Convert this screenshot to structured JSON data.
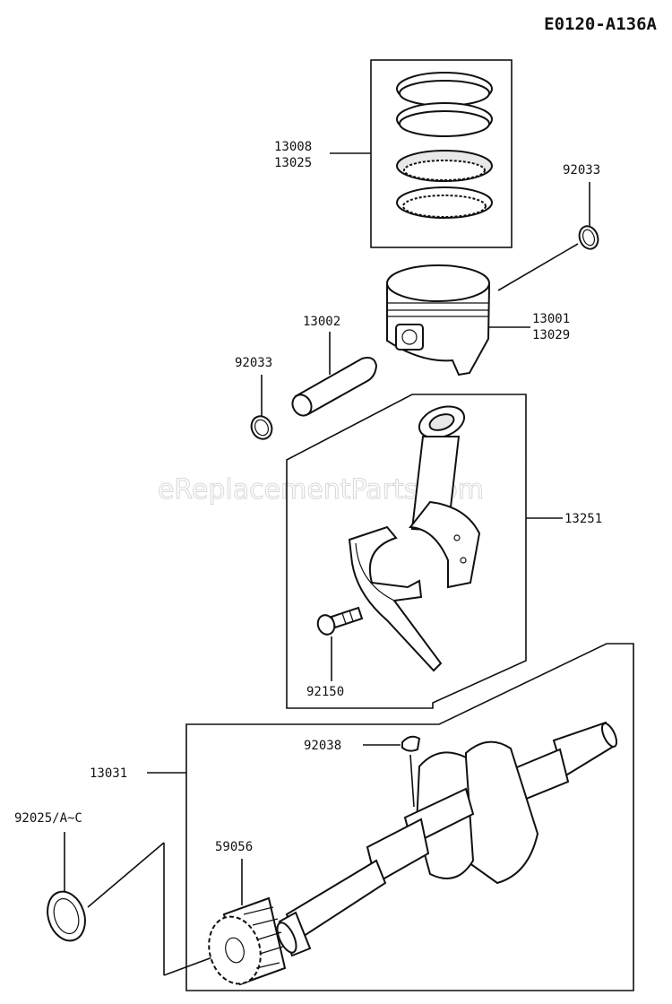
{
  "diagram_code": "E0120-A136A",
  "watermark": "eReplacementParts.com",
  "parts": {
    "piston_rings": [
      "13008",
      "13025"
    ],
    "piston": [
      "13001",
      "13029"
    ],
    "piston_pin": "13002",
    "circlip_right": "92033",
    "circlip_left": "92033",
    "connecting_rod": "13251",
    "rod_bolt": "92150",
    "crankshaft": "13031",
    "woodruff_key": "92038",
    "oil_seal": "92025/A~C",
    "crank_gear": "59056"
  }
}
